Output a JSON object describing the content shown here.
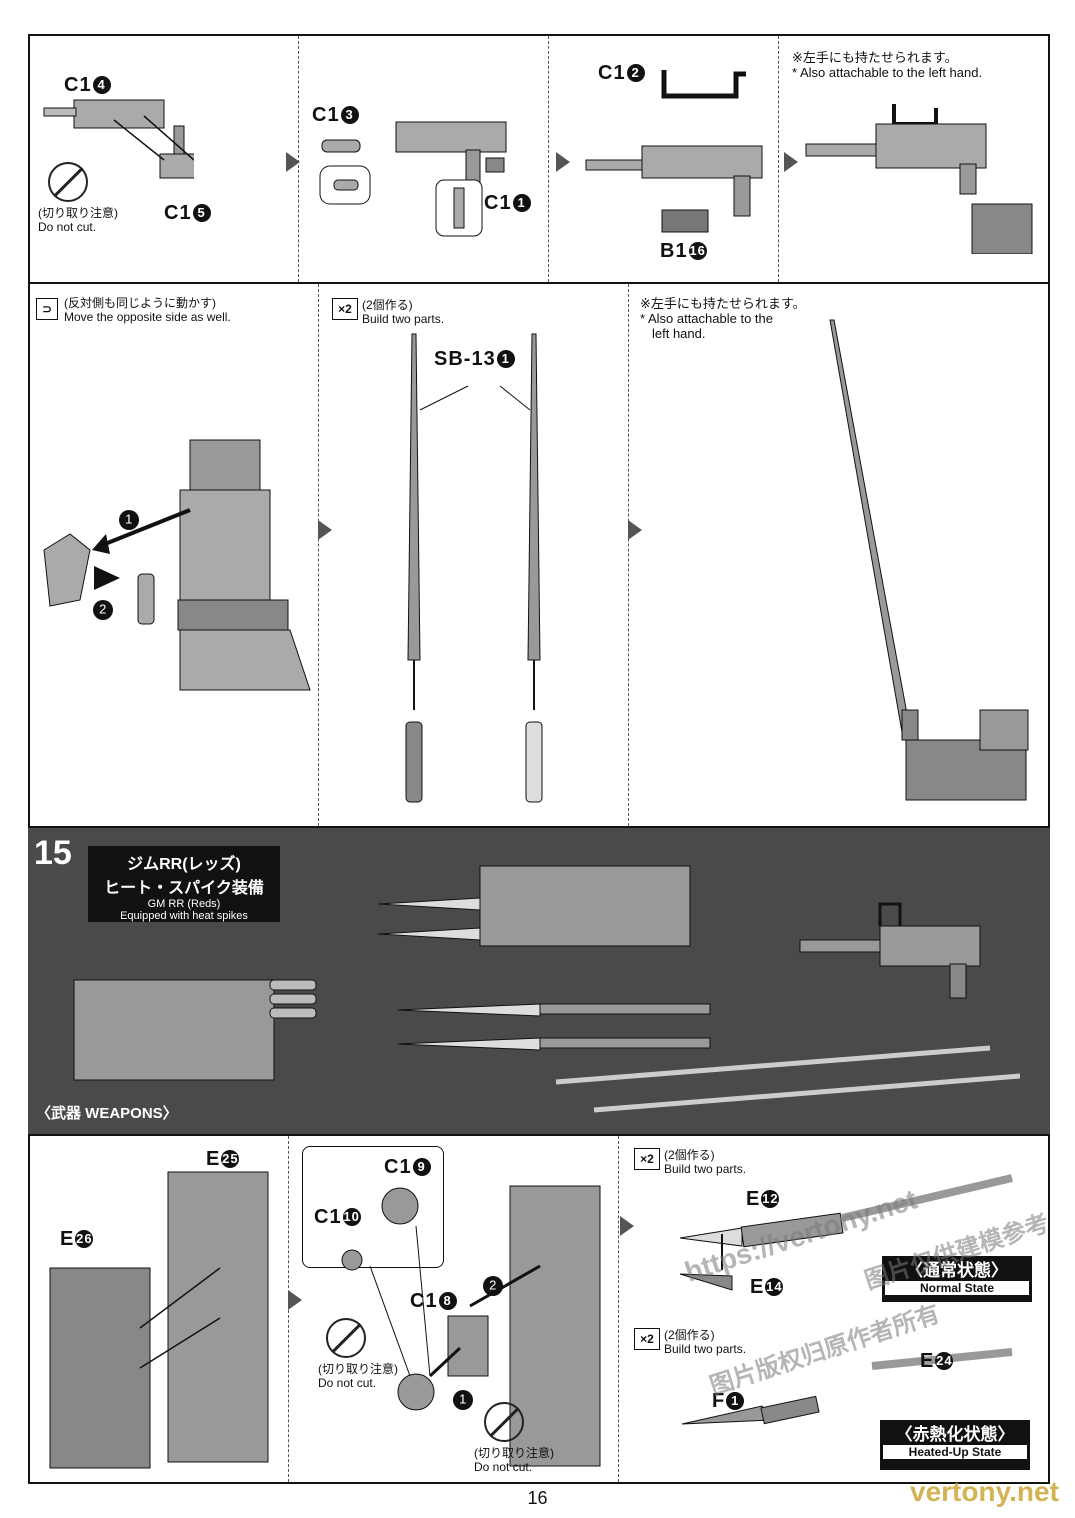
{
  "page": {
    "number": "16"
  },
  "top_row": {
    "panel1": {
      "c14": "C1",
      "c14_num": "4",
      "c15": "C1",
      "c15_num": "5",
      "cut_jp": "(切り取り注意)",
      "cut_en": "Do not cut."
    },
    "panel2": {
      "c13": "C1",
      "c13_num": "3",
      "c11": "C1",
      "c11_num": "1"
    },
    "panel3": {
      "c12": "C1",
      "c12_num": "2",
      "b116": "B1",
      "b116_num": "16"
    },
    "panel4": {
      "note_jp": "※左手にも持たせられます。",
      "note_en": "* Also attachable to the left hand."
    }
  },
  "middle_row": {
    "panel1": {
      "note_jp": "(反対側も同じように動かす)",
      "note_en": "Move the opposite side as well.",
      "step1": "1",
      "step2": "2"
    },
    "panel2": {
      "x2": "×2",
      "note_jp": "(2個作る)",
      "note_en": "Build two parts.",
      "part": "SB-13",
      "part_num": "1"
    },
    "panel3": {
      "note_jp": "※左手にも持たせられます。",
      "note_en_1": "* Also attachable to the",
      "note_en_2": "left hand."
    }
  },
  "step15": {
    "number": "15",
    "title_jp_1": "ジムRR(レッズ)",
    "title_jp_2": "ヒート・スパイク装備",
    "title_en_1": "GM RR (Reds)",
    "title_en_2": "Equipped with heat spikes",
    "weapons_label": "〈武器 WEAPONS〉"
  },
  "bottom_row": {
    "panel1": {
      "e25": "E",
      "e25_num": "25",
      "e26": "E",
      "e26_num": "26"
    },
    "panel2": {
      "c19": "C1",
      "c19_num": "9",
      "c110": "C1",
      "c110_num": "10",
      "c18": "C1",
      "c18_num": "8",
      "cut_jp": "(切り取り注意)",
      "cut_en": "Do not cut.",
      "cut2_jp": "(切り取り注意)",
      "cut2_en": "Do not cut.",
      "step1": "1",
      "step2": "2"
    },
    "panel3": {
      "x2_a": "×2",
      "note_a_jp": "(2個作る)",
      "note_a_en": "Build two parts.",
      "e12": "E",
      "e12_num": "12",
      "e14": "E",
      "e14_num": "14",
      "normal_jp": "〈通常状態〉",
      "normal_en": "Normal State",
      "x2_b": "×2",
      "note_b_jp": "(2個作る)",
      "note_b_en": "Build two parts.",
      "e24": "E",
      "e24_num": "24",
      "f1": "F",
      "f1_num": "1",
      "heated_jp": "〈赤熱化状態〉",
      "heated_en": "Heated-Up State"
    }
  },
  "watermarks": {
    "w1": "https://vertony.net",
    "w2": "图片仅供建模参考",
    "w3": "图片版权归原作者所有",
    "w4": "vertony.net"
  }
}
